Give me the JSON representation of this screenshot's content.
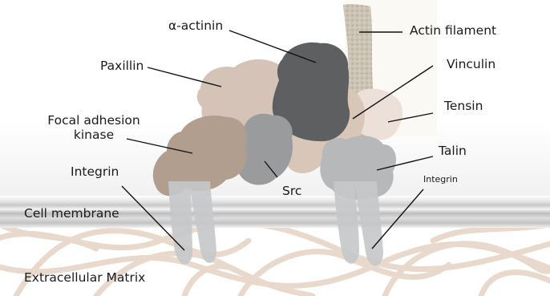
{
  "labels": {
    "alpha_actinin": "α-actinin",
    "actin_filament": "Actin filament",
    "paxillin": "Paxillin",
    "vinculin": "Vinculin",
    "tensin": "Tensin",
    "fak_line1": "Focal adhesion",
    "fak_line2": "kinase",
    "talin": "Talin",
    "integrin_left": "Integrin",
    "src": "Src",
    "integrin_right": "Integrin",
    "cell_membrane": "Cell membrane",
    "extracellular_matrix": "Extracellular Matrix"
  },
  "colors": {
    "actin": "#c9c1b2",
    "alpha_actinin": "#5e5f61",
    "paxillin": "#d4c3b6",
    "vinculin": "#d8c6b9",
    "tensin": "#ede0d8",
    "fak": "#b19e8e",
    "src": "#9a9b9d",
    "talin": "#b6b8ba",
    "integrin": "#c7c8ca",
    "membrane": "#9a9a9a",
    "matrix_fibers": "#e4d2c4",
    "leader_lines": "#111111"
  }
}
